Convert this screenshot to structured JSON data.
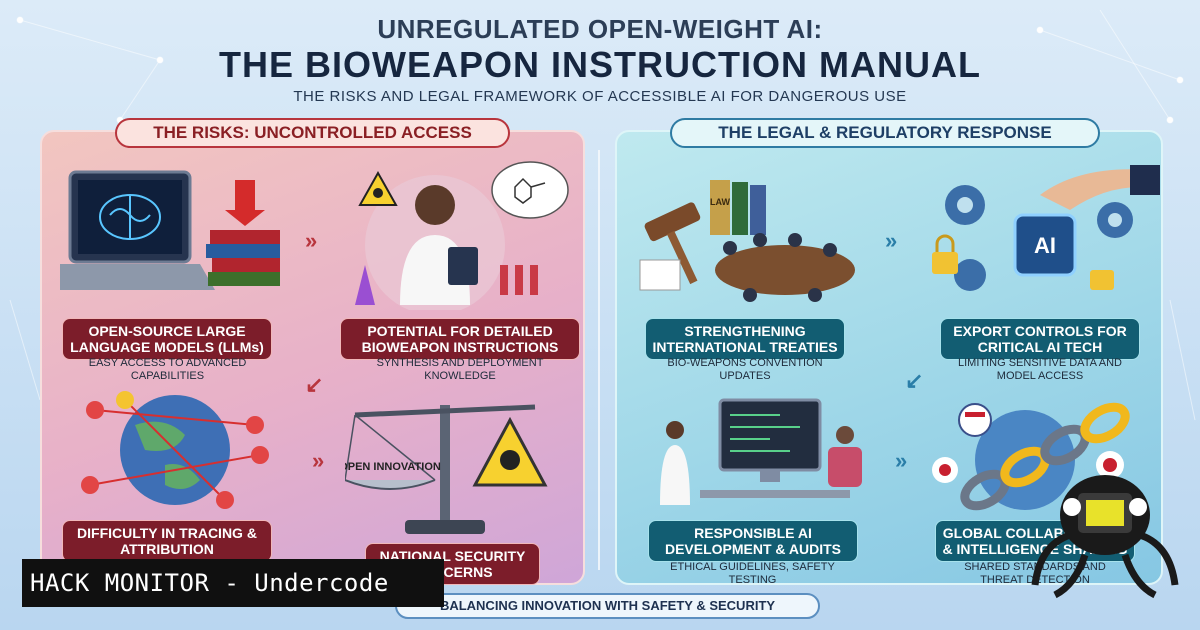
{
  "header": {
    "title_line1": "UNREGULATED OPEN-WEIGHT AI:",
    "title_line2": "THE BIOWEAPON INSTRUCTION MANUAL",
    "subtitle": "THE RISKS AND LEGAL FRAMEWORK OF ACCESSIBLE AI FOR DANGEROUS USE"
  },
  "left_panel": {
    "header": "THE RISKS: UNCONTROLLED ACCESS",
    "cards": [
      {
        "title": "OPEN-SOURCE LARGE LANGUAGE MODELS (LLMs)",
        "subtitle": "EASY ACCESS TO ADVANCED CAPABILITIES"
      },
      {
        "title": "POTENTIAL FOR DETAILED BIOWEAPON INSTRUCTIONS",
        "subtitle": "SYNTHESIS AND DEPLOYMENT KNOWLEDGE"
      },
      {
        "title": "DIFFICULTY IN TRACING & ATTRIBUTION",
        "subtitle": ""
      },
      {
        "title": "NATIONAL SECURITY CONCERNS",
        "subtitle": ""
      }
    ],
    "scale_label": "OPEN INNOVATION"
  },
  "right_panel": {
    "header": "THE LEGAL & REGULATORY RESPONSE",
    "cards": [
      {
        "title": "STRENGTHENING INTERNATIONAL TREATIES",
        "subtitle": "BIO-WEAPONS CONVENTION UPDATES"
      },
      {
        "title": "EXPORT CONTROLS FOR CRITICAL AI TECH",
        "subtitle": "LIMITING SENSITIVE DATA AND MODEL ACCESS"
      },
      {
        "title": "RESPONSIBLE AI DEVELOPMENT & AUDITS",
        "subtitle": "ETHICAL GUIDELINES, SAFETY TESTING"
      },
      {
        "title": "GLOBAL COLLABORATION & INTELLIGENCE SHARING",
        "subtitle": "SHARED STANDARDS AND THREAT DETECTION"
      }
    ],
    "law_book_label": "LAW",
    "ai_chip_label": "AI"
  },
  "footer": {
    "text": "BALANCING INNOVATION WITH SAFETY & SECURITY"
  },
  "watermark": {
    "text": "HACK MONITOR - Undercode"
  },
  "colors": {
    "risk_accent": "#7c1d2a",
    "response_accent": "#125d72",
    "title_navy": "#16263f"
  },
  "icons": [
    "brain-icon",
    "biohazard-icon",
    "scientist-icon",
    "globe-icon",
    "scale-icon",
    "gavel-icon",
    "gear-icon",
    "lock-icon",
    "chain-icon",
    "monitor-icon"
  ]
}
